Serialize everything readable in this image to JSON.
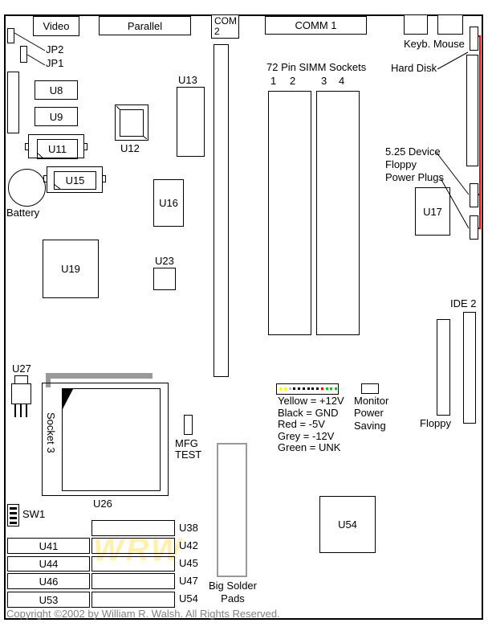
{
  "title": "Motherboard layout diagram",
  "colors": {
    "line": "#000000",
    "red_bracket": "#e60000",
    "gray_bar": "#999999",
    "copyright_text": "#808080",
    "watermark": "#fff0b0"
  },
  "connectors": {
    "video": "Video",
    "parallel": "Parallel",
    "com2_line1": "COM",
    "com2_line2": "2",
    "comm1": "COMM 1",
    "keyb_mouse": "Keyb. Mouse",
    "hard_disk": "Hard Disk",
    "ide2": "IDE 2",
    "floppy": "Floppy"
  },
  "jumpers": {
    "jp2": "JP2",
    "jp1": "JP1"
  },
  "simm": {
    "title": "72 Pin SIMM Sockets",
    "slots": [
      "1",
      "2",
      "3",
      "4"
    ]
  },
  "power_plugs_label": {
    "line1": "5.25 Device",
    "line2": "Floppy",
    "line3": "Power Plugs"
  },
  "chips": {
    "u8": "U8",
    "u9": "U9",
    "u11": "U11",
    "u12": "U12",
    "u13": "U13",
    "u15": "U15",
    "u16": "U16",
    "u17": "U17",
    "u19": "U19",
    "u23": "U23",
    "u26": "U26",
    "u27": "U27",
    "u38": "U38",
    "u41": "U41",
    "u42": "U42",
    "u44": "U44",
    "u45": "U45",
    "u46": "U46",
    "u47": "U47",
    "u53": "U53",
    "u54_row": "U54",
    "u54_big": "U54"
  },
  "cpu": {
    "socket_label": "Socket 3"
  },
  "misc": {
    "battery": "Battery",
    "mfg_line1": "MFG",
    "mfg_line2": "TEST",
    "sw1": "SW1",
    "monitor_line1": "Monitor",
    "monitor_line2": "Power",
    "monitor_line3": "Saving",
    "big_solder_line1": "Big Solder",
    "big_solder_line2": "Pads",
    "watermark": "WRW"
  },
  "power_connector": {
    "dot_colors": [
      "#ffff00",
      "#ffff00",
      "#c0c0c0",
      "#000000",
      "#000000",
      "#000000",
      "#000000",
      "#000000",
      "#000000",
      "#ff0000",
      "#00cc00",
      "#00cc00",
      "#00cc00"
    ],
    "legend": [
      "Yellow = +12V",
      "Black = GND",
      "Red = -5V",
      "Grey = -12V",
      "Green = UNK"
    ]
  },
  "footer": {
    "copyright": "Copyright ©2002 by William R. Walsh. All Rights Reserved."
  }
}
